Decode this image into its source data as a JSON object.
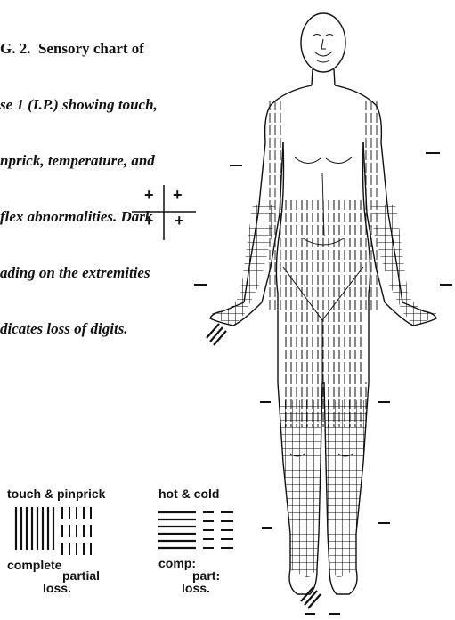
{
  "caption": {
    "lines": [
      "G. 2.  Sensory chart of",
      "se 1 (I.P.) showing touch,",
      "nprick, temperature, and",
      "flex abnormalities. Dark",
      "ading on the extremities",
      "dicates loss of digits."
    ]
  },
  "reflex_grid": {
    "cells": [
      "+",
      "+",
      "+",
      "+"
    ]
  },
  "legend_touch": {
    "title": "touch & pinprick",
    "complete": "complete",
    "partial": "partial",
    "loss": "loss."
  },
  "legend_temperature": {
    "title": "hot & cold",
    "complete": "comp:",
    "partial": "part:",
    "loss": "loss."
  },
  "colors": {
    "ink": "#111111",
    "paper": "#ffffff"
  }
}
